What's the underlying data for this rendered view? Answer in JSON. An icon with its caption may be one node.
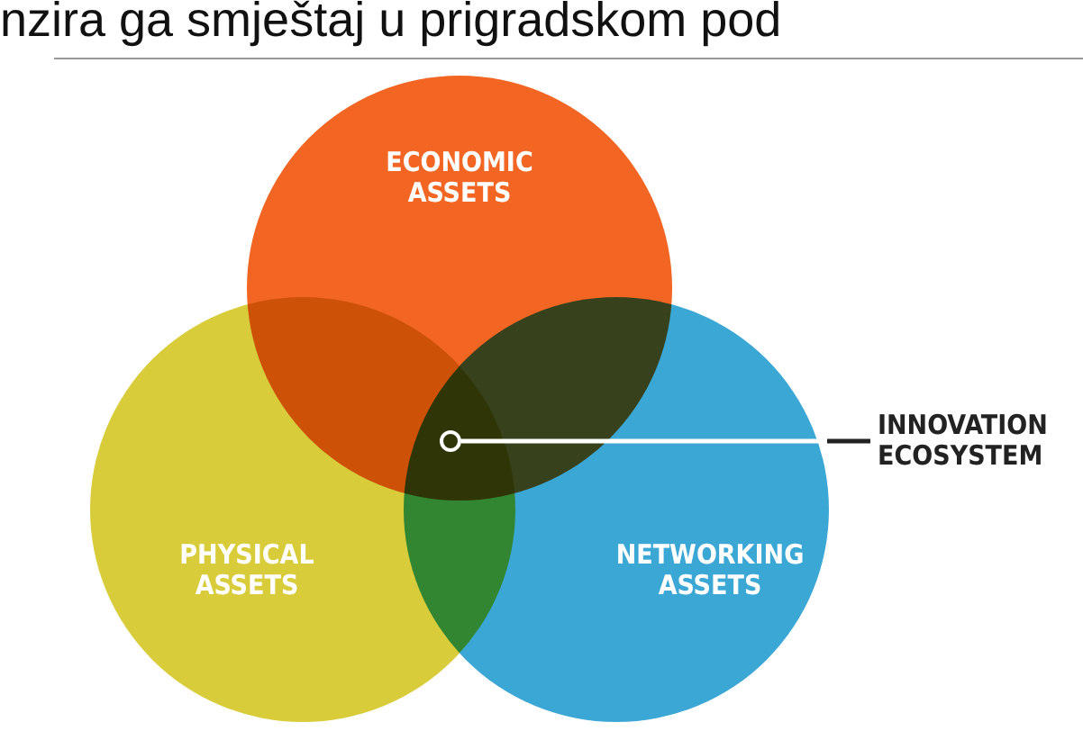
{
  "diagram": {
    "nodes": [
      {
        "text": [
          "ECONOMIC ASSETS"
        ]
      },
      {
        "text": [
          "PHYSICAL ASSETS"
        ]
      },
      {
        "text": [
          "NETWORKING ASSETS"
        ]
      },
      {
        "text": [
          "INNOVATION ECOSYSTEM"
        ]
      },
      {
        "text": [],
        "shape": "circle"
      }
    ],
    "edges": [
      {
        "from": 3,
        "to": 4,
        "arrow": "none"
      }
    ],
    "labels": [
      "nzira ga smještaj u prigradskom pod"
    ]
  }
}
